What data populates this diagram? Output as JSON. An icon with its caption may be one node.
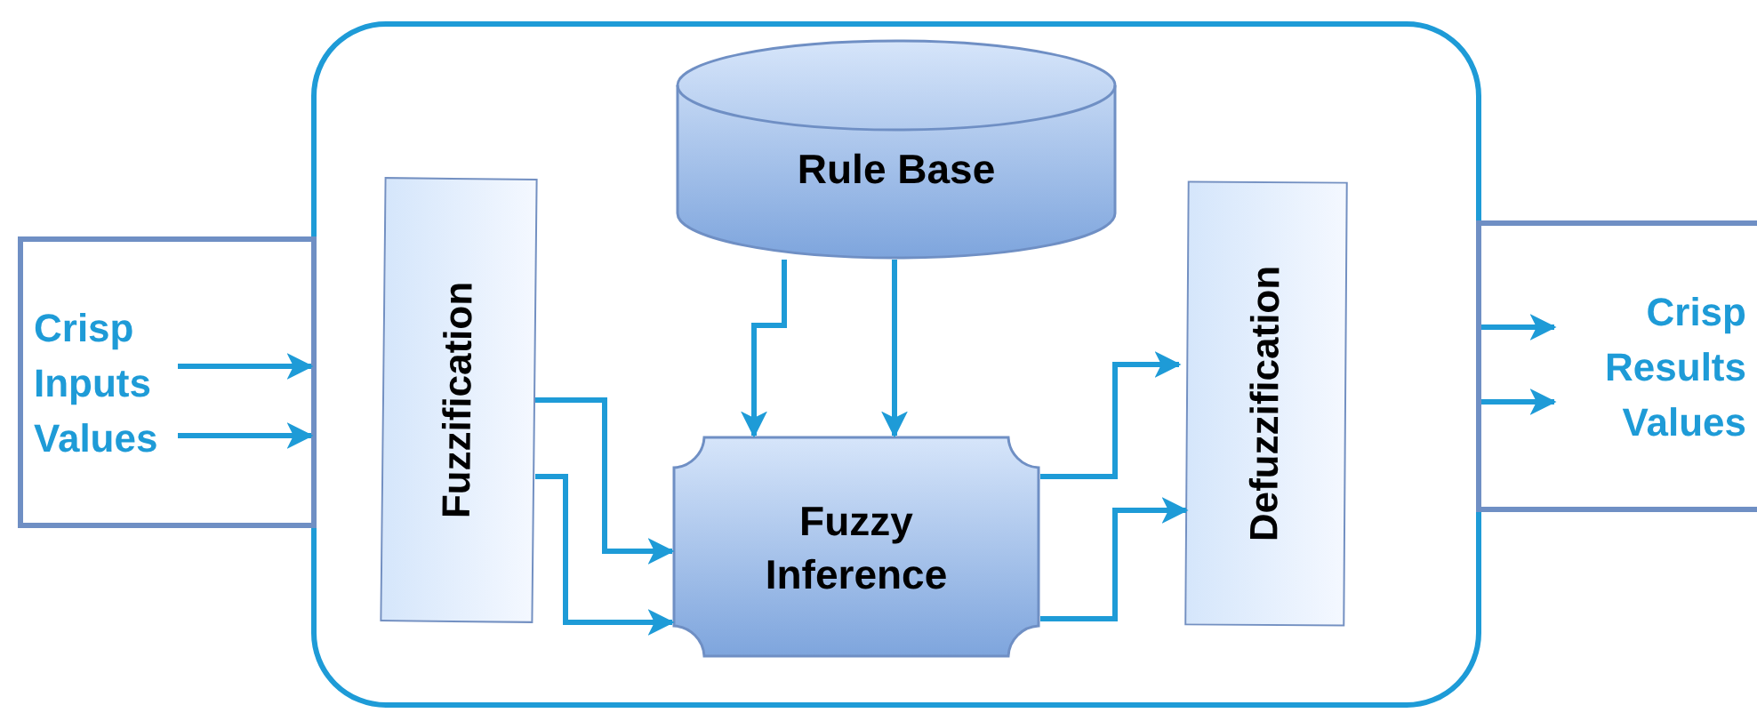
{
  "diagram": {
    "nodes": [
      {
        "text": [],
        "shape": "box"
      },
      {
        "text": [
          "Crisp Inputs Values"
        ]
      },
      {
        "text": [
          "Fuzzification"
        ],
        "in": 0
      },
      {
        "text": [
          "Rule Base"
        ],
        "in": 0
      },
      {
        "text": [
          "Fuzzy Inference"
        ],
        "in": 0
      },
      {
        "text": [
          "Defuzzification"
        ],
        "in": 0
      },
      {
        "text": [
          "Crisp Results Values"
        ]
      }
    ],
    "edges": [
      {
        "from": 1,
        "to": 0,
        "arrow": "to"
      },
      {
        "from": 1,
        "to": 0,
        "arrow": "to"
      },
      {
        "from": 2,
        "to": 4,
        "arrow": "to"
      },
      {
        "from": 2,
        "to": 4,
        "arrow": "to"
      },
      {
        "from": 3,
        "to": 4,
        "arrow": "to"
      },
      {
        "from": 3,
        "to": 4,
        "arrow": "to"
      },
      {
        "from": 4,
        "to": 5,
        "arrow": "to"
      },
      {
        "from": 4,
        "to": 5,
        "arrow": "to"
      },
      {
        "from": 0,
        "to": 6,
        "arrow": "to"
      },
      {
        "from": 0,
        "to": 6,
        "arrow": "to"
      }
    ]
  }
}
